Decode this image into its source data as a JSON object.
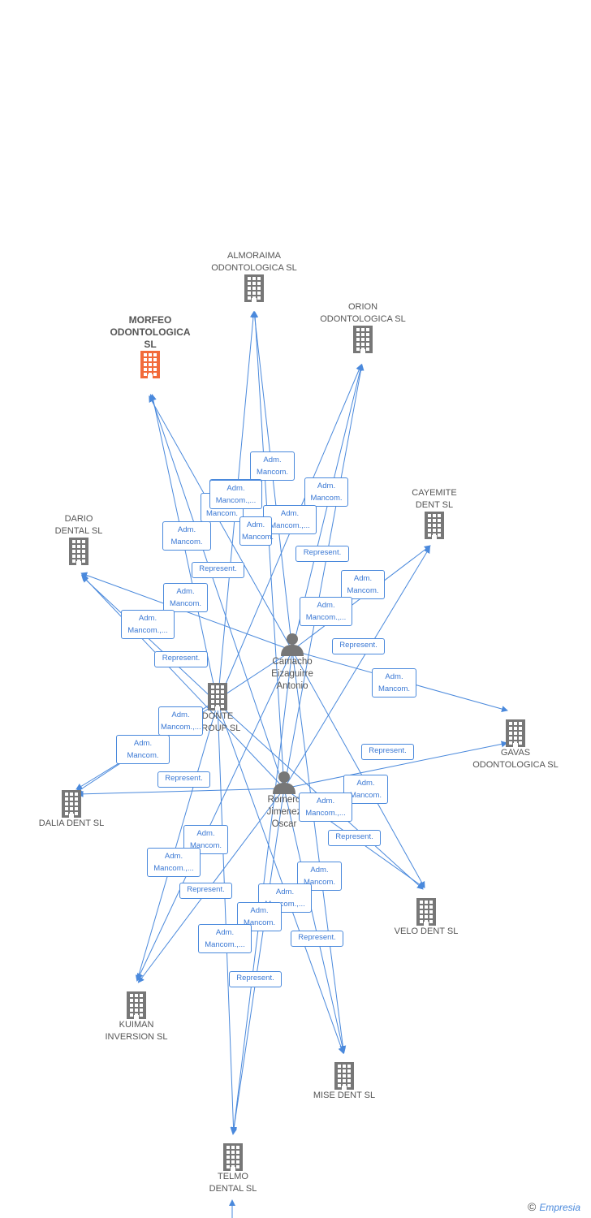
{
  "colors": {
    "edge": "#4a89dc",
    "company": "#777777",
    "highlight": "#f26b3a",
    "person": "#777777"
  },
  "companies": [
    {
      "id": "morfeo",
      "label": "MORFEO\nODONTOLOGICA\nSL",
      "highlight": true
    },
    {
      "id": "almoraima",
      "label": "ALMORAIMA\nODONTOLOGICA SL"
    },
    {
      "id": "orion",
      "label": "ORION\nODONTOLOGICA SL"
    },
    {
      "id": "cayemite",
      "label": "CAYEMITE\nDENT SL"
    },
    {
      "id": "dario",
      "label": "DARIO\nDENTAL SL"
    },
    {
      "id": "gavas",
      "label": "GAVAS\nODONTOLOGICA SL"
    },
    {
      "id": "donte",
      "label": "DONTE\nGROUP SL"
    },
    {
      "id": "dalia",
      "label": "DALIA DENT SL"
    },
    {
      "id": "velo",
      "label": "VELO DENT SL"
    },
    {
      "id": "kuiman",
      "label": "KUIMAN\nINVERSION SL"
    },
    {
      "id": "mise",
      "label": "MISE DENT SL"
    },
    {
      "id": "telmo",
      "label": "TELMO\nDENTAL SL"
    }
  ],
  "persons": [
    {
      "id": "camacho",
      "label": "Camacho\nEizaguirre\nAntonio"
    },
    {
      "id": "romero",
      "label": "Romero\nJimenez\nOscar"
    }
  ],
  "edge_labels": [
    "Adm.\nMancom.",
    "Adm.\nMancom.,...",
    "Adm.\nMancom.",
    "Adm.\nMancom.",
    "Adm.\nMancom.,...",
    "Adm.\nMancom.",
    "Adm.\nMancom.,...",
    "Represent.",
    "Represent.",
    "Adm.\nMancom.",
    "Adm.\nMancom.,...",
    "Adm.\nMancom.",
    "Adm.\nMancom.,...",
    "Represent.",
    "Represent.",
    "Adm.\nMancom.",
    "Adm.\nMancom.",
    "Adm.\nMancom.,...",
    "Represent.",
    "Represent.",
    "Adm.\nMancom.",
    "Adm.\nMancom.,...",
    "Represent.",
    "Adm.\nMancom.",
    "Adm.\nMancom.,...",
    "Adm.\nMancom.",
    "Represent.",
    "Adm.\nMancom.,...",
    "Adm.\nMancom.",
    "Represent.",
    "Adm.\nMancom.",
    "Represent.",
    "Adm.\nMancom.,..."
  ],
  "brand": {
    "copyright": "©",
    "name": "Empresia"
  }
}
